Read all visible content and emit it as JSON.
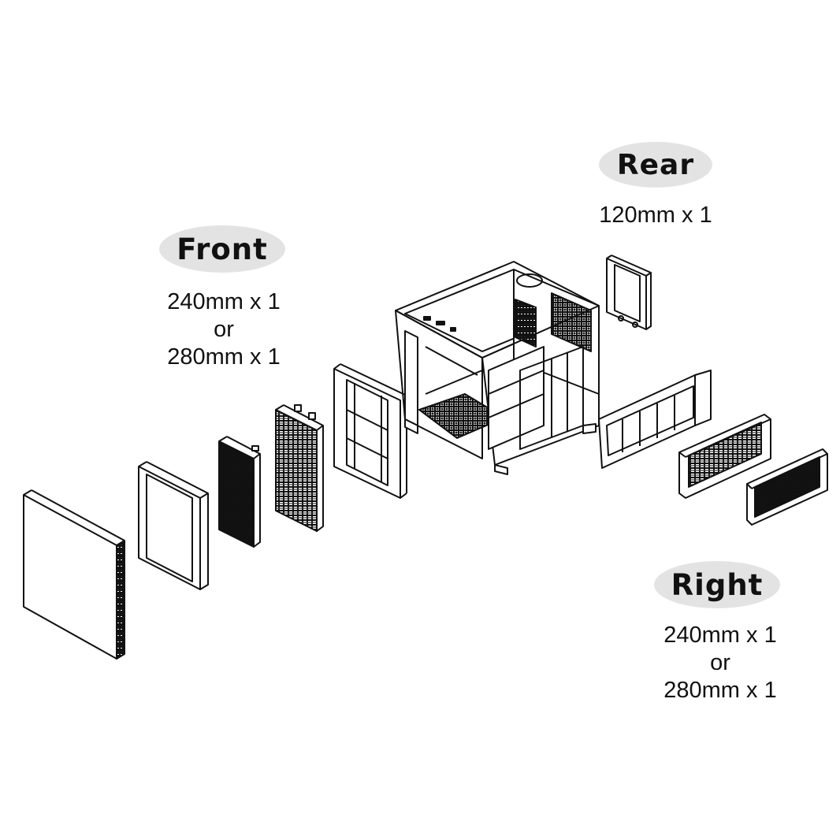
{
  "rear": {
    "label": "Rear",
    "line1": "120mm x 1"
  },
  "front": {
    "label": "Front",
    "line1": "240mm x 1",
    "line2": "or",
    "line3": "280mm x 1"
  },
  "right": {
    "label": "Right",
    "line1": "240mm x 1",
    "line2": "or",
    "line3": "280mm x 1"
  },
  "colors": {
    "pill": "#e3e3e3",
    "line": "#111111",
    "background": "#ffffff"
  }
}
